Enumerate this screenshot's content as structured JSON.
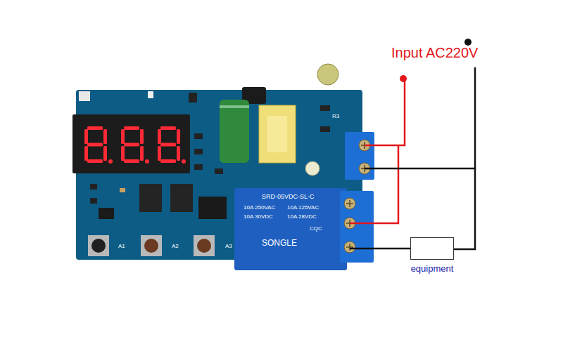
{
  "diagram": {
    "nodes": [
      {
        "text": [
          "equipment"
        ]
      }
    ],
    "labels": [
      "Input AC220V",
      "A1",
      "A2",
      "A3",
      "SRD-05VDC-SL-C",
      "10A 250VAC",
      "10A 125VAC",
      "10A 30VDC",
      "10A 28VDC",
      "SONGLE",
      "CQC",
      "R3"
    ]
  }
}
